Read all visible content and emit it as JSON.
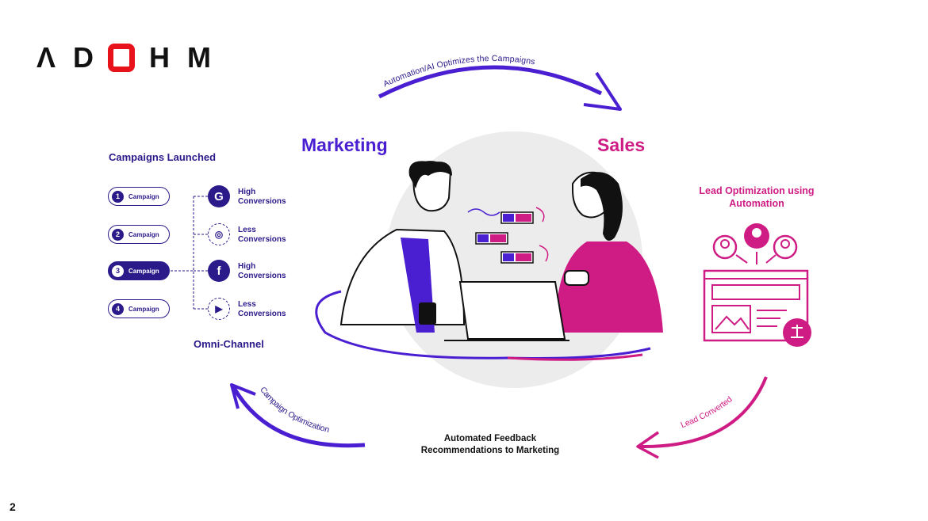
{
  "logo": {
    "part1": "ΛD",
    "part2": "HM"
  },
  "headings": {
    "marketing": "Marketing",
    "sales": "Sales"
  },
  "campaigns": {
    "title": "Campaigns Launched",
    "items": [
      {
        "num": "1",
        "label": "Campaign"
      },
      {
        "num": "2",
        "label": "Campaign"
      },
      {
        "num": "3",
        "label": "Campaign"
      },
      {
        "num": "4",
        "label": "Campaign"
      }
    ]
  },
  "channels": [
    {
      "icon": "google-icon",
      "glyph": "G",
      "line1": "High",
      "line2": "Conversions"
    },
    {
      "icon": "instagram-icon",
      "glyph": "◎",
      "line1": "Less",
      "line2": "Conversions"
    },
    {
      "icon": "facebook-icon",
      "glyph": "f",
      "line1": "High",
      "line2": "Conversions"
    },
    {
      "icon": "youtube-icon",
      "glyph": "▶",
      "line1": "Less",
      "line2": "Conversions"
    }
  ],
  "omni": "Omni-Channel",
  "arcs": {
    "top": "Automation/AI Optimizes the Campaigns",
    "left": "Campaign Optimization",
    "right": "Lead Converted"
  },
  "lead": {
    "title": "Lead Optimization using Automation"
  },
  "feedback": {
    "line1": "Automated Feedback",
    "line2": "Recommendations to Marketing"
  },
  "page_number": "2",
  "colors": {
    "purple": "#4a1fd1",
    "navy": "#2a1a8a",
    "magenta": "#cf1c84",
    "red": "#e8121b",
    "grey_circle": "#ececec"
  }
}
